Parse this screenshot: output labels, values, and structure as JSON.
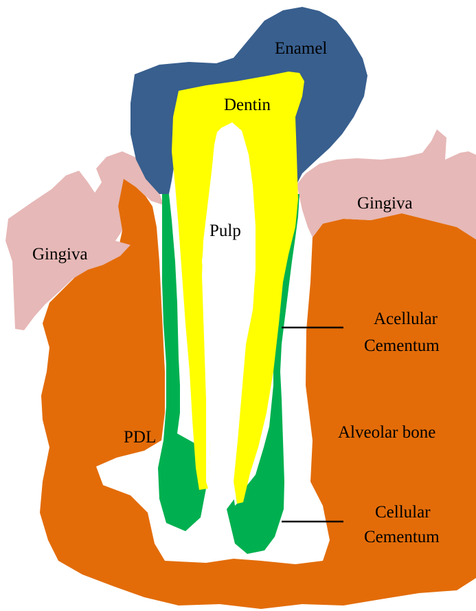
{
  "labels": {
    "enamel": "Enamel",
    "dentin": "Dentin",
    "pulp": "Pulp",
    "gingiva_left": "Gingiva",
    "gingiva_right": "Gingiva",
    "acellular_cementum_line1": "Acellular",
    "acellular_cementum_line2": "Cementum",
    "alveolar_bone": "Alveolar bone",
    "pdl": "PDL",
    "cellular_cementum_line1": "Cellular",
    "cellular_cementum_line2": "Cementum"
  },
  "colors": {
    "enamel": "#385F8E",
    "dentin": "#FFFF00",
    "pulp": "#FFFFFF",
    "gingiva": "#E6B8B7",
    "alveolar_bone": "#E36C09",
    "cementum": "#00B050",
    "leader_line": "#000000"
  }
}
